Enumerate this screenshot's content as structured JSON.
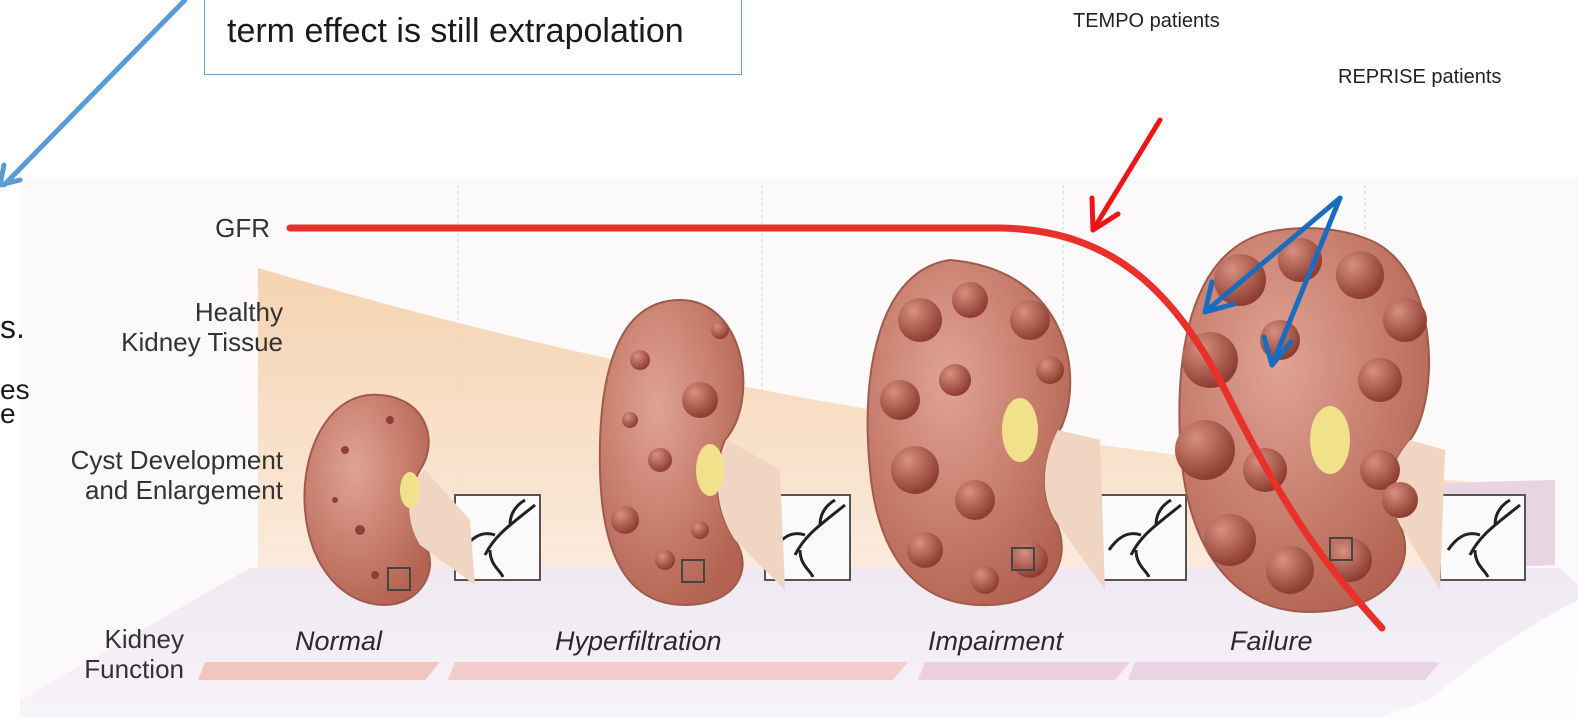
{
  "callout": {
    "line1": "term effect is still extrapolation"
  },
  "trials": {
    "tempo": "TEMPO patients",
    "reprise": "REPRISE patients"
  },
  "axis_labels": {
    "gfr": "GFR",
    "healthy_line1": "Healthy",
    "healthy_line2": "Kidney Tissue",
    "cyst_line1": "Cyst Development",
    "cyst_line2": "and Enlargement",
    "function_line1": "Kidney",
    "function_line2": "Function"
  },
  "stages": [
    "Normal",
    "Hyperfiltration",
    "Impairment",
    "Failure"
  ],
  "left_cut_text": {
    "line1": "s.",
    "line2": "es",
    "line3": "e"
  },
  "colors": {
    "gfr_curve": "#e8312a",
    "tempo_arrow": "#f01515",
    "reprise_arrows": "#1a6cc0",
    "callout_border": "#6a9fd3",
    "healthy_band": "#f6dcc0",
    "kidney_tissue": "#c97a6a"
  },
  "icons": [
    "kidney-normal",
    "kidney-hyperfiltration",
    "kidney-impairment",
    "kidney-failure",
    "vessel-inset-icon"
  ]
}
